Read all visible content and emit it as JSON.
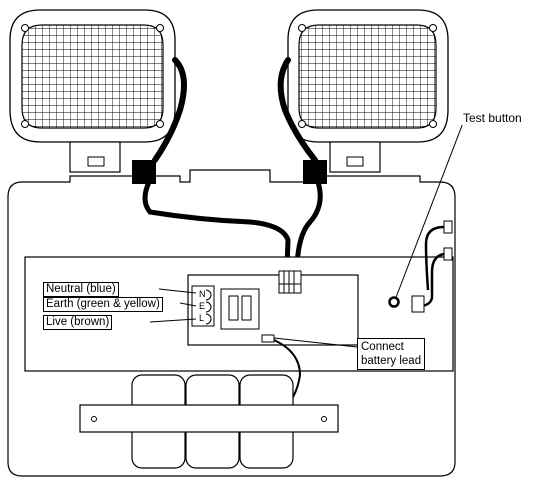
{
  "labels": {
    "test_button": "Test button",
    "neutral": "Neutral (blue)",
    "earth": "Earth (green & yellow)",
    "live": "Live (brown)",
    "connect_line1": "Connect",
    "connect_line2": "battery lead"
  },
  "terminal_letters": [
    "N",
    "E",
    "L"
  ]
}
